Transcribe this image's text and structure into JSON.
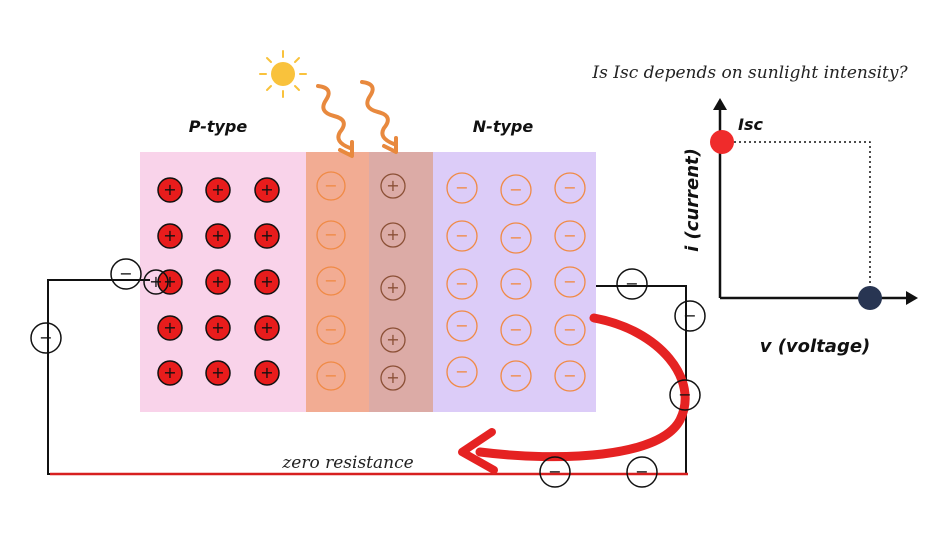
{
  "question": "Is Isc depends on sunlight intensity?",
  "labels": {
    "p_type": "P-type",
    "n_type": "N-type",
    "zero_resistance": "zero resistance"
  },
  "graph": {
    "isc_label": "Isc",
    "y_label": "i (current)",
    "x_label": "v (voltage)"
  },
  "symbols": {
    "plus": "+",
    "minus": "−"
  },
  "colors": {
    "p_region": "#f9d3ea",
    "depletion_p": "#f2ac93",
    "depletion_n": "#dcaba6",
    "n_region": "#dcccf8",
    "hole_fill": "#e81c1c",
    "ion_orange": "#f08a45",
    "ion_brown": "#8b5036",
    "arrow_red": "#e52222",
    "sun": "#f9c23c",
    "wave_arrow": "#e8893e",
    "isc_dot": "#ef2b2b",
    "voc_dot": "#283552"
  }
}
